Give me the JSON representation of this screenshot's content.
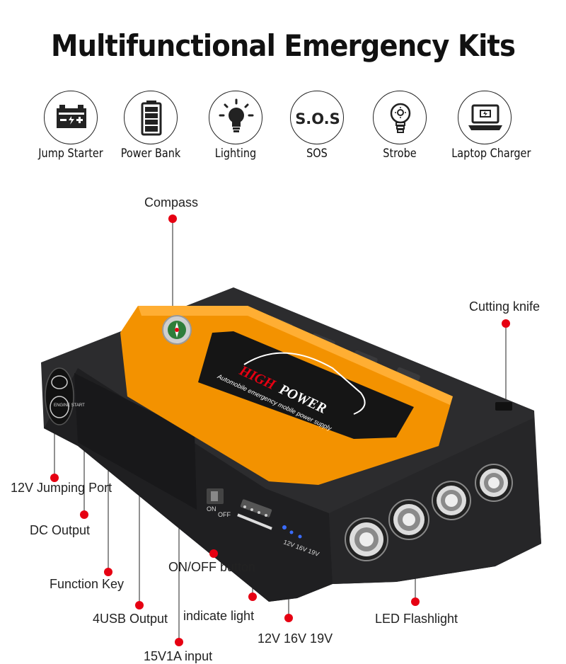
{
  "title": "Multifunctional Emergency Kits",
  "features": [
    {
      "label": "Jump Starter",
      "icon": "car-battery-icon"
    },
    {
      "label": "Power Bank",
      "icon": "battery-icon"
    },
    {
      "label": "Lighting",
      "icon": "lightbulb-icon"
    },
    {
      "label": "SOS",
      "icon": "sos-icon",
      "text": "S.O.S"
    },
    {
      "label": "Strobe",
      "icon": "strobe-bulb-icon"
    },
    {
      "label": "Laptop Charger",
      "icon": "laptop-icon"
    }
  ],
  "device": {
    "brand_high": "HIGH",
    "brand_power": "POWER",
    "tagline": "Automobile emergency mobile power supply",
    "engine_start": "ENGINE START",
    "switch_on": "ON",
    "switch_off": "OFF",
    "voltage_marks": "12V 16V 19V",
    "colors": {
      "body": "#2c2c2e",
      "accent": "#f39200",
      "marker": "#e60012"
    }
  },
  "callouts": {
    "compass": "Compass",
    "cutting_knife": "Cutting knife",
    "jumping_port": "12V Jumping Port",
    "dc_output": "DC Output",
    "function_key": "Function Key",
    "usb_output": "4USB Output",
    "input": "15V1A input",
    "onoff": "ON/OFF button",
    "indicate_light": "indicate light",
    "voltages": "12V 16V 19V",
    "led_flashlight": "LED Flashlight"
  }
}
